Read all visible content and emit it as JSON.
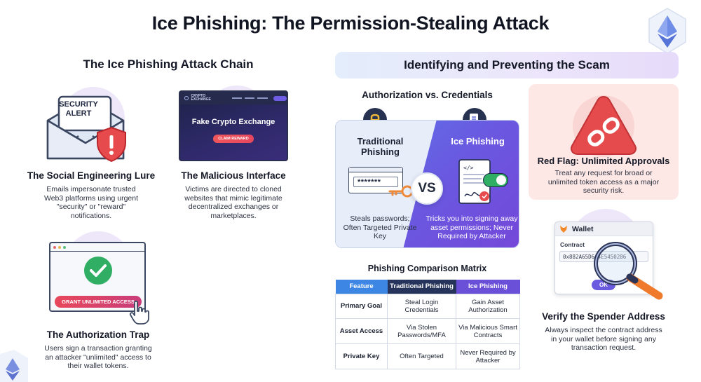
{
  "title": "Ice Phishing: The Permission-Stealing Attack",
  "icons": {
    "ethereum": "ethereum-icon",
    "envelope": "envelope-alert-icon",
    "shield": "warning-shield-icon",
    "checkmark": "checkmark-icon",
    "hand": "pointer-hand-icon",
    "lock": "lock-icon",
    "document": "document-check-icon",
    "key": "key-icon",
    "toggle": "toggle-icon",
    "broken_link": "broken-link-icon",
    "magnifier": "magnifier-icon",
    "fox": "fox-wallet-icon"
  },
  "colors": {
    "accent_purple": "#6a58e0",
    "accent_blue": "#5c78ea",
    "danger_red": "#e74a4d",
    "success_green": "#2fae64"
  },
  "left": {
    "heading": "The Ice Phishing Attack Chain",
    "lure": {
      "badge": [
        "SECURITY",
        "ALERT"
      ],
      "title": "The Social Engineering Lure",
      "desc": "Emails impersonate trusted Web3 platforms using urgent \"security\" or \"reward\" notifications."
    },
    "interface": {
      "brand": [
        "CRYPTO",
        "EXCHANGE"
      ],
      "screen_title": "Fake Crypto Exchange",
      "button": "CLAIM REWARD",
      "title": "The Malicious Interface",
      "desc": "Victims are directed to cloned websites that mimic legitimate decentralized exchanges or marketplaces."
    },
    "trap": {
      "button": "GRANT UNLIMITED ACCESS",
      "title": "The Authorization Trap",
      "desc": "Users sign a transaction granting an attacker \"unlimited\" access to their wallet tokens."
    }
  },
  "right": {
    "heading": "Identifying and Preventing the Scam",
    "compare": {
      "heading": "Authorization vs. Credentials",
      "left_label": "Traditional Phishing",
      "right_label": "Ice Phishing",
      "vs": "VS",
      "password_mask": "*******",
      "left_desc": "Steals passwords; Often Targeted Private Key",
      "right_desc": "Tricks you into signing away asset permissions; Never Required by Attacker"
    },
    "matrix": {
      "heading": "Phishing Comparison Matrix",
      "headers": [
        "Feature",
        "Traditional Phishing",
        "Ice Phishing"
      ],
      "rows": [
        [
          "Primary Goal",
          "Steal Login Credentials",
          "Gain Asset Authorization"
        ],
        [
          "Asset Access",
          "Via Stolen Passwords/MFA",
          "Via Malicious Smart Contracts"
        ],
        [
          "Private Key",
          "Often Targeted",
          "Never Required by Attacker"
        ]
      ]
    },
    "red_flag": {
      "title": "Red Flag: Unlimited Approvals",
      "desc": "Treat any request for broad or unlimited token access as a major security risk."
    },
    "wallet": {
      "title": "Wallet",
      "contract_label": "Contract",
      "address": "0x882A65D6A4E5450286",
      "ok": "OK"
    },
    "verify": {
      "title": "Verify the Spender Address",
      "desc": "Always inspect the contract address in your wallet before signing any transaction request."
    }
  }
}
